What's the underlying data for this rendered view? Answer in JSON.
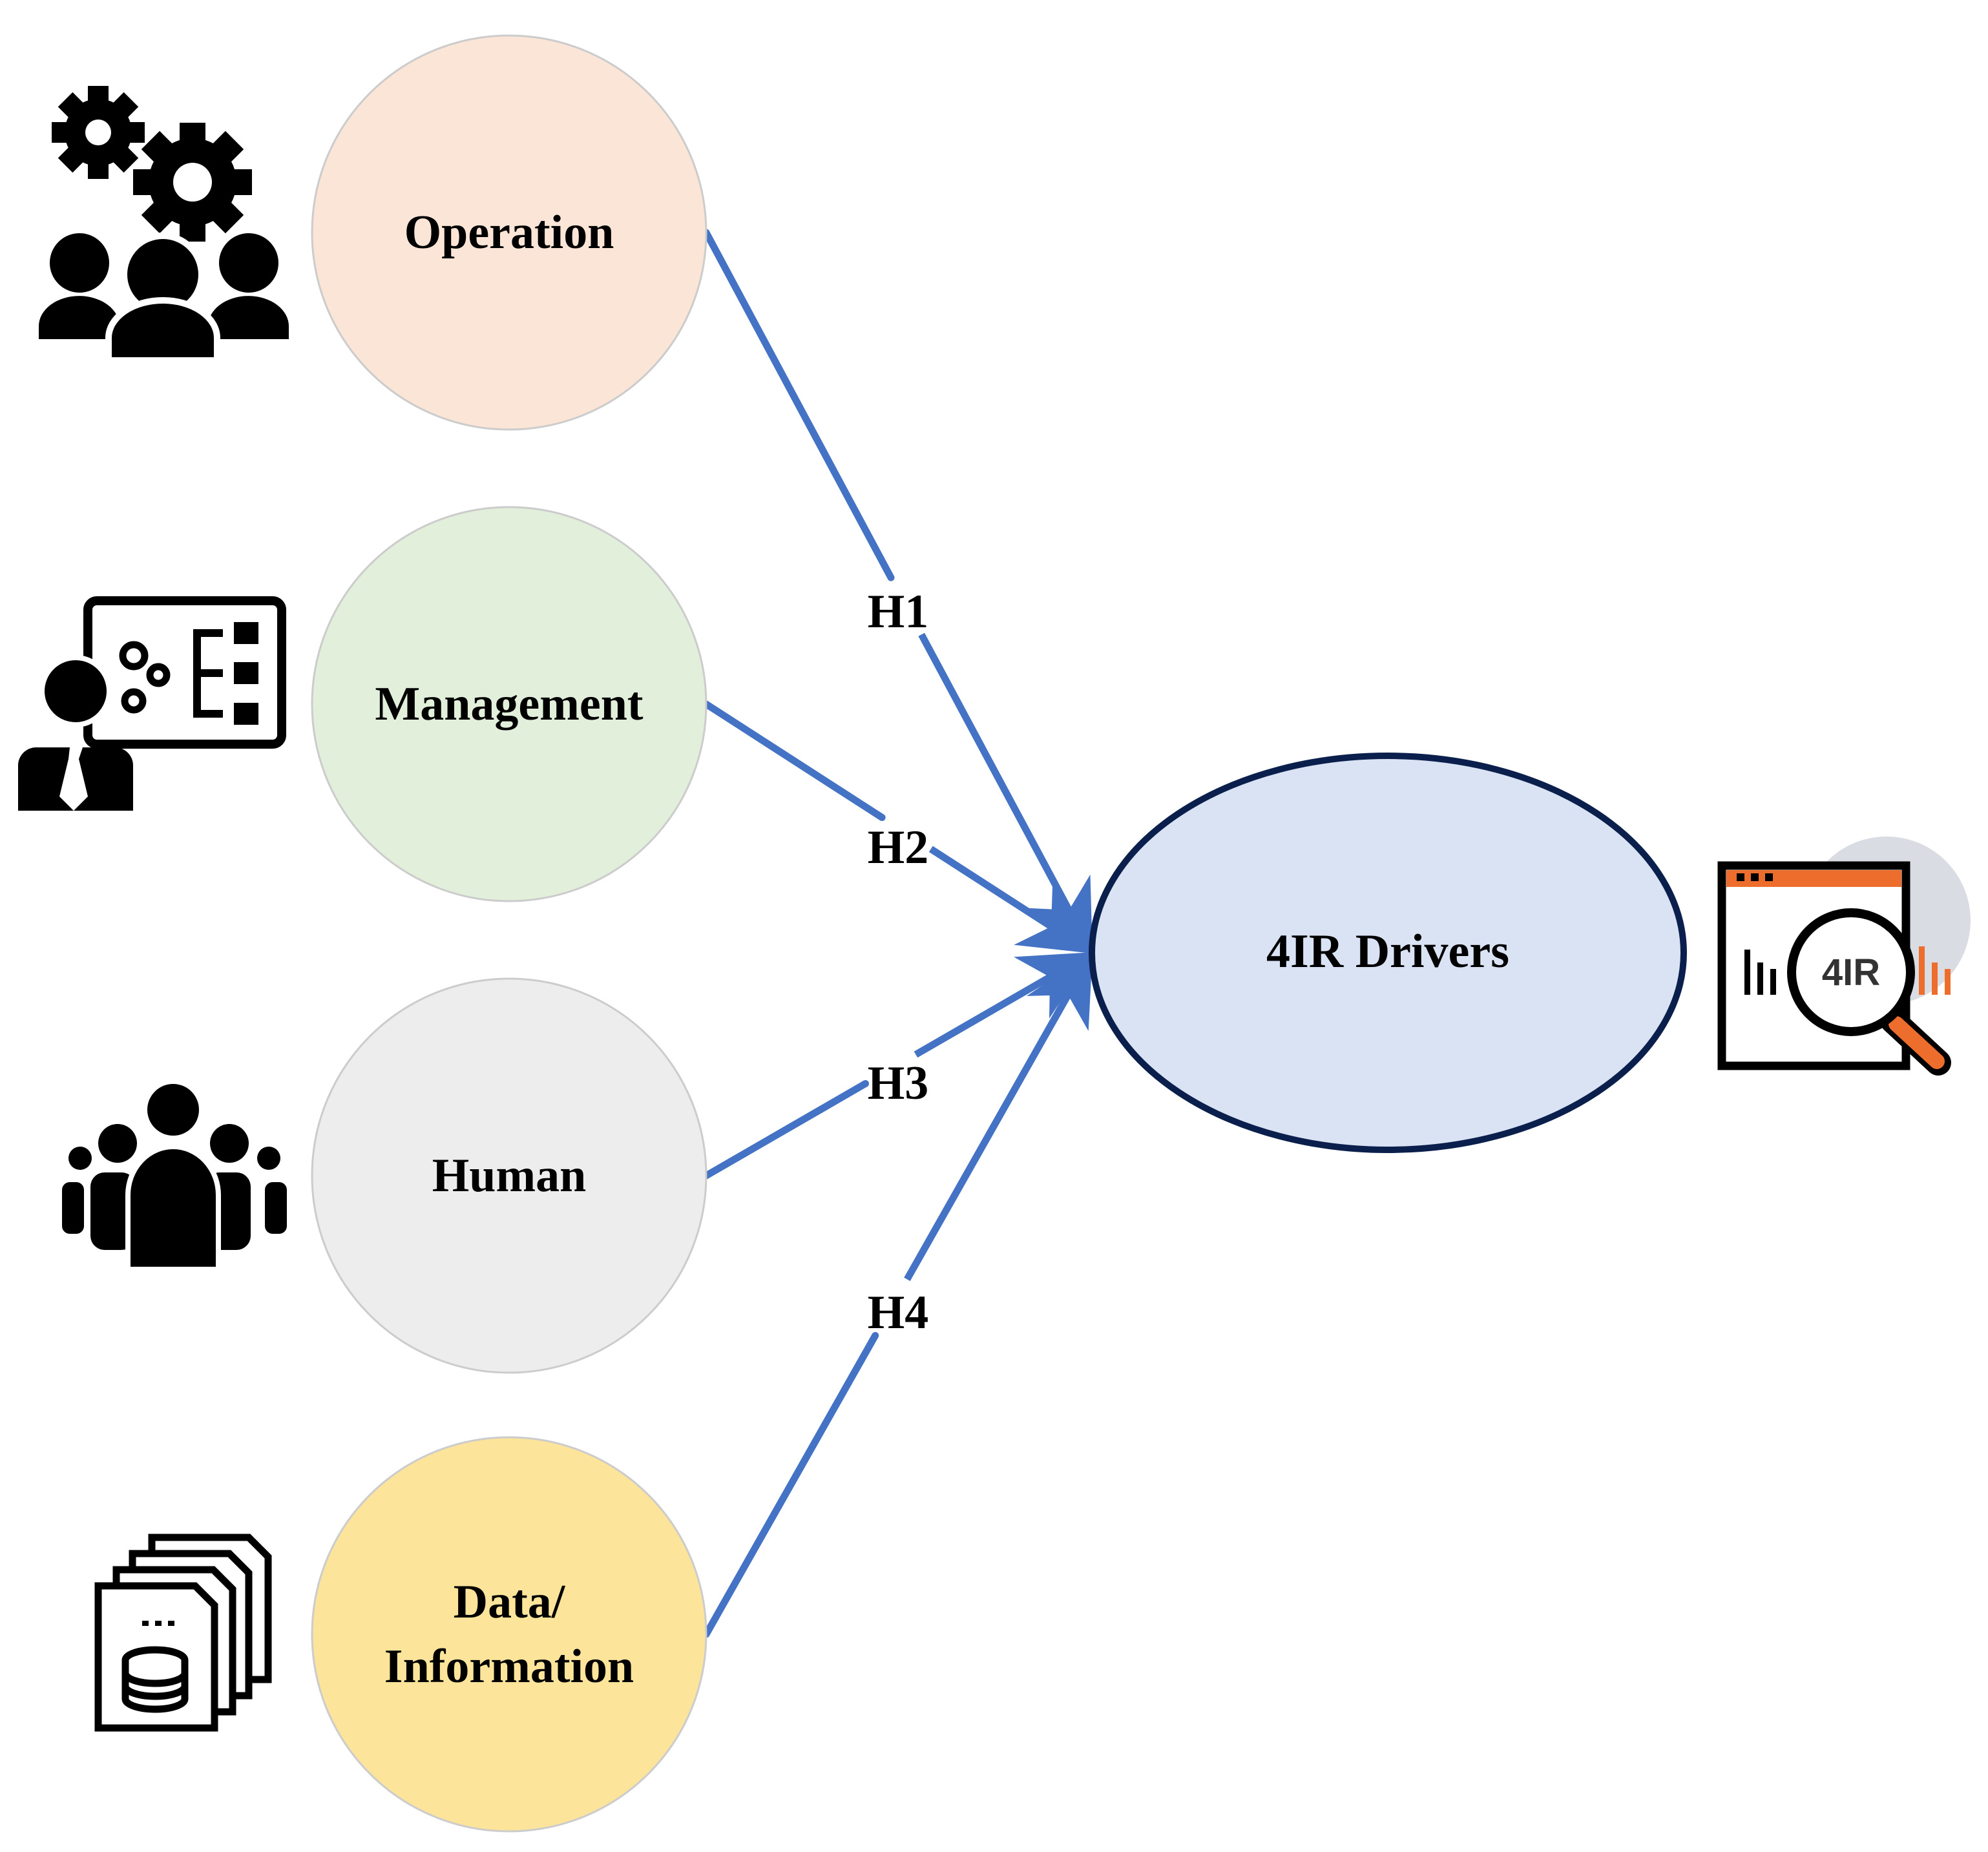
{
  "nodes": [
    {
      "id": "operation",
      "label_lines": [
        "Operation"
      ],
      "fill": "#fbe5d6",
      "icon": "gears-team-icon"
    },
    {
      "id": "management",
      "label_lines": [
        "Management"
      ],
      "fill": "#e2efda",
      "icon": "manager-presentation-icon"
    },
    {
      "id": "human",
      "label_lines": [
        "Human"
      ],
      "fill": "#ededed",
      "icon": "people-group-icon"
    },
    {
      "id": "data",
      "label_lines": [
        "Data/",
        "Information"
      ],
      "fill": "#fde49b",
      "icon": "database-documents-icon"
    }
  ],
  "target": {
    "label": "4IR Drivers",
    "fill": "#dae3f3",
    "stroke": "#0b1f4d",
    "icon": "4ir-analytics-icon",
    "badge_text": "4IR"
  },
  "edges": [
    {
      "from": "operation",
      "label": "H1"
    },
    {
      "from": "management",
      "label": "H2"
    },
    {
      "from": "human",
      "label": "H3"
    },
    {
      "from": "data",
      "label": "H4"
    }
  ],
  "colors": {
    "arrow": "#4472c4",
    "icon": "#000000",
    "accent": "#ed6d2c",
    "circle_stroke": "#cccccc"
  }
}
